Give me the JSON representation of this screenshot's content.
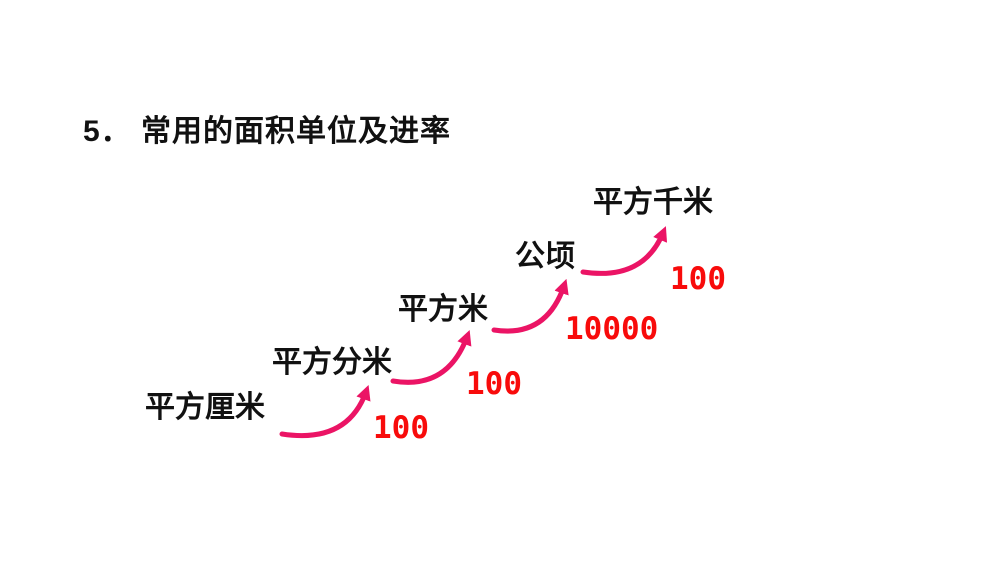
{
  "slide": {
    "title": "5． 常用的面积单位及进率"
  },
  "diagram": {
    "units": [
      {
        "label": "平方厘米"
      },
      {
        "label": "平方分米"
      },
      {
        "label": "平方米"
      },
      {
        "label": "公顷"
      },
      {
        "label": "平方千米"
      }
    ],
    "conversions": [
      {
        "value": "100",
        "from": "平方厘米",
        "to": "平方分米"
      },
      {
        "value": "100",
        "from": "平方分米",
        "to": "平方米"
      },
      {
        "value": "10000",
        "from": "平方米",
        "to": "公顷"
      },
      {
        "value": "100",
        "from": "公顷",
        "to": "平方千米"
      }
    ],
    "colors": {
      "unit_text": "#111111",
      "arrow": "#eb1465",
      "conversion_text": "#f80b0b"
    }
  }
}
